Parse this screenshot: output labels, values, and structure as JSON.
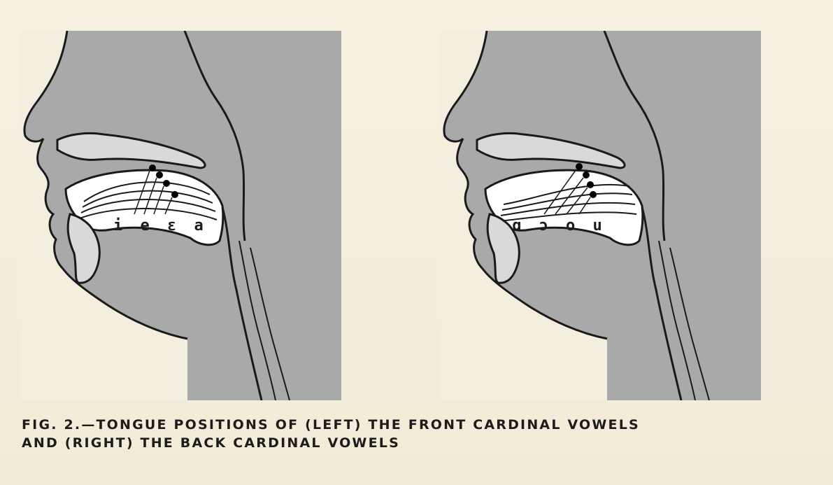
{
  "figure": {
    "left_panel": {
      "vowel_labels": "i e ɛ a"
    },
    "right_panel": {
      "vowel_labels": "ɑ ɔ o u"
    },
    "caption": {
      "line1": "FIG. 2.—TONGUE POSITIONS OF (LEFT) THE FRONT CARDINAL VOWELS",
      "line2": "AND (RIGHT) THE BACK CARDINAL VOWELS"
    }
  },
  "colors": {
    "panel_background": "#a9a9a9",
    "oral_cavity": "#ffffff",
    "outline": "#1a1a1a",
    "paper": "#f4efde"
  }
}
